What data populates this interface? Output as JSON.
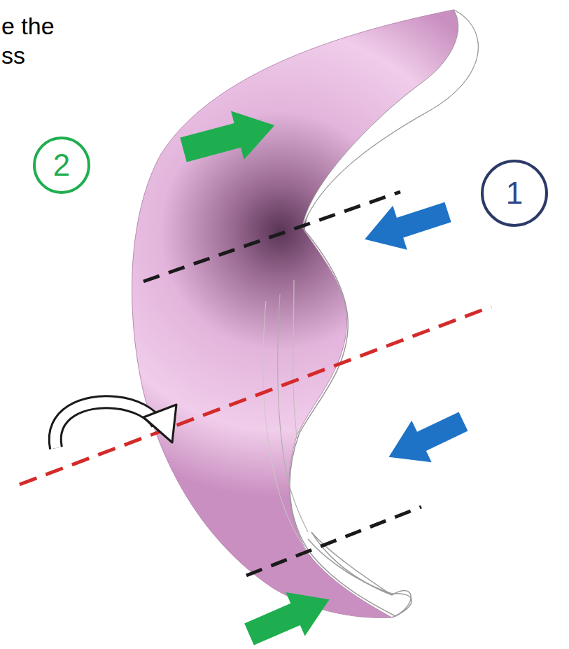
{
  "diagram": {
    "nodes": [
      {
        "text": [
          "2"
        ]
      },
      {
        "text": [
          "1"
        ]
      }
    ],
    "labels": [
      "e the",
      "ss"
    ]
  }
}
